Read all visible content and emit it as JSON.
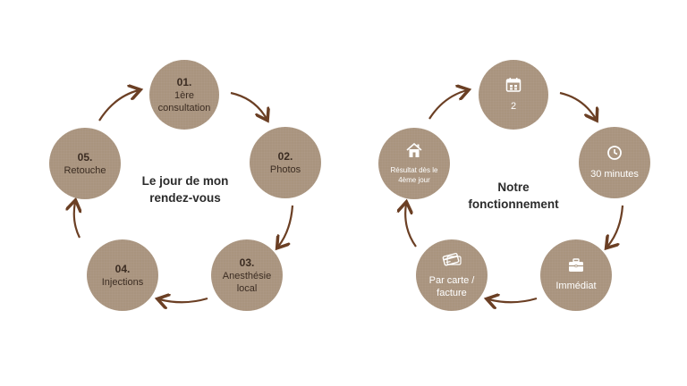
{
  "left": {
    "title": "Le jour de mon\nrendez-vous",
    "steps": [
      {
        "num": "01.",
        "label": "1ère\nconsultation"
      },
      {
        "num": "02.",
        "label": "Photos"
      },
      {
        "num": "03.",
        "label": "Anesthésie\nlocal"
      },
      {
        "num": "04.",
        "label": "Injections"
      },
      {
        "num": "05.",
        "label": "Retouche"
      }
    ]
  },
  "right": {
    "title": "Notre\nfonctionnement",
    "steps": [
      {
        "icon": "calendar-icon",
        "label": "2"
      },
      {
        "icon": "clock-icon",
        "label": "30 minutes"
      },
      {
        "icon": "briefcase-icon",
        "label": "Immédiat"
      },
      {
        "icon": "credit-card-icon",
        "label": "Par carte /\nfacture"
      },
      {
        "icon": "home-icon",
        "label": "Résultat dès le\n4ème jour"
      }
    ]
  },
  "colors": {
    "circle": "#a9947e",
    "arrow": "#6b3f24",
    "text_dark": "#3b2c22",
    "text_light": "#ffffff"
  }
}
